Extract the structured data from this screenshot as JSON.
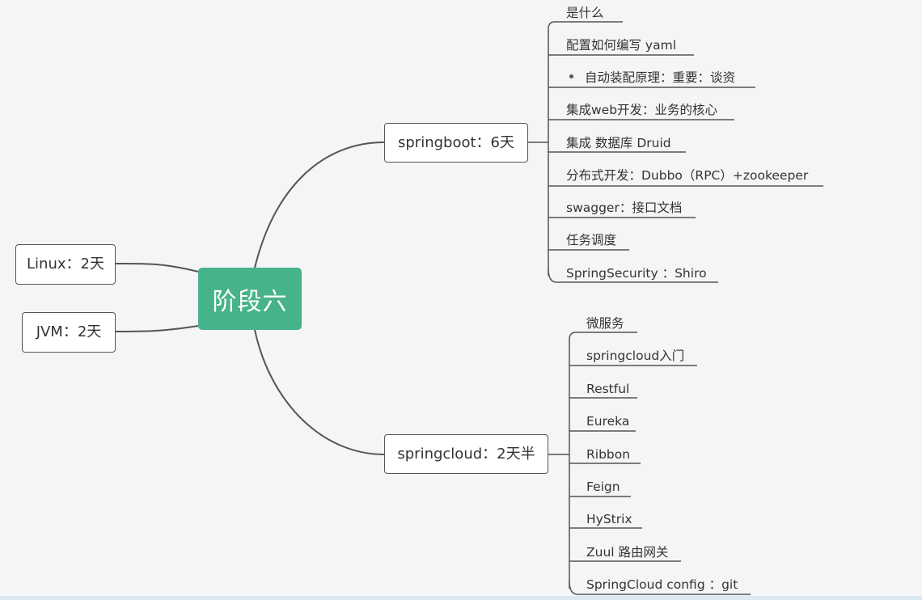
{
  "center": {
    "label": "阶段六"
  },
  "left_branches": [
    {
      "label": "Linux：2天"
    },
    {
      "label": "JVM：2天"
    }
  ],
  "springboot": {
    "label": "springboot：6天",
    "items": [
      {
        "label": "是什么"
      },
      {
        "label": "配置如何编写  yaml"
      },
      {
        "label": "自动装配原理：重要：谈资"
      },
      {
        "label": "集成web开发：业务的核心"
      },
      {
        "label": "集成 数据库 Druid"
      },
      {
        "label": "分布式开发：Dubbo（RPC）+zookeeper"
      },
      {
        "label": "swagger：接口文档"
      },
      {
        "label": "任务调度"
      },
      {
        "label": "SpringSecurity ：Shiro"
      }
    ]
  },
  "springcloud": {
    "label": "springcloud：2天半",
    "items": [
      {
        "label": "微服务"
      },
      {
        "label": "springcloud入门"
      },
      {
        "label": "Restful"
      },
      {
        "label": "Eureka"
      },
      {
        "label": "Ribbon"
      },
      {
        "label": "Feign"
      },
      {
        "label": "HyStrix"
      },
      {
        "label": "Zuul 路由网关"
      },
      {
        "label": "SpringCloud config ：git"
      }
    ]
  },
  "colors": {
    "center_fill": "#47b38a",
    "line": "#555555",
    "background": "#f5f5f7"
  }
}
